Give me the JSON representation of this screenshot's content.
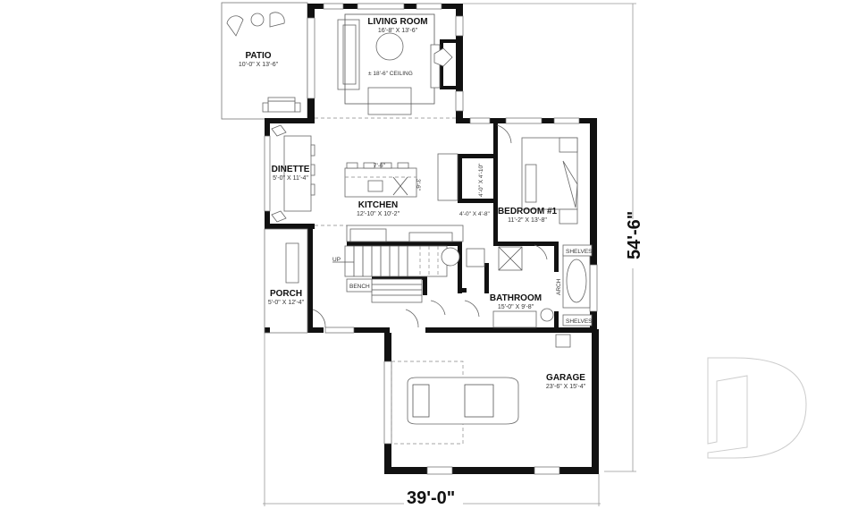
{
  "plan": {
    "rooms": [
      {
        "id": "living-room",
        "name": "LIVING ROOM",
        "size": "16'-8\" X 13'-6\""
      },
      {
        "id": "patio",
        "name": "PATIO",
        "size": "10'-0\" X 13'-6\""
      },
      {
        "id": "dinette",
        "name": "DINETTE",
        "size": "5'-0\" X 11'-4\""
      },
      {
        "id": "kitchen",
        "name": "KITCHEN",
        "size": "12'-10\" X 10'-2\""
      },
      {
        "id": "bedroom-1",
        "name": "BEDROOM #1",
        "size": "11'-2\" X 13'-8\""
      },
      {
        "id": "porch",
        "name": "PORCH",
        "size": "5'-0\" X 12'-4\""
      },
      {
        "id": "bathroom",
        "name": "BATHROOM",
        "size": "15'-0\" X 9'-8\""
      },
      {
        "id": "garage",
        "name": "GARAGE",
        "size": "23'-6\" X 15'-4\""
      }
    ],
    "annotations": {
      "ceiling": "± 18'-6\" CEILING",
      "island": "7'-6\"",
      "island_depth": "3'-6\"",
      "closet_a": "4'-0\" X 4'-10\"",
      "closet_b": "4'-0\" X 4'-8\"",
      "stairs_up": "UP",
      "bench": "BENCH",
      "shelves_top": "SHELVES",
      "shelves_bottom": "SHELVES",
      "arch": "ARCH"
    },
    "overall_width": "39'-0\"",
    "overall_depth": "54'-6\"",
    "colors": {
      "wall": "#111111",
      "line": "#666666",
      "dimension": "#999999",
      "watermark": "#cccccc"
    }
  }
}
